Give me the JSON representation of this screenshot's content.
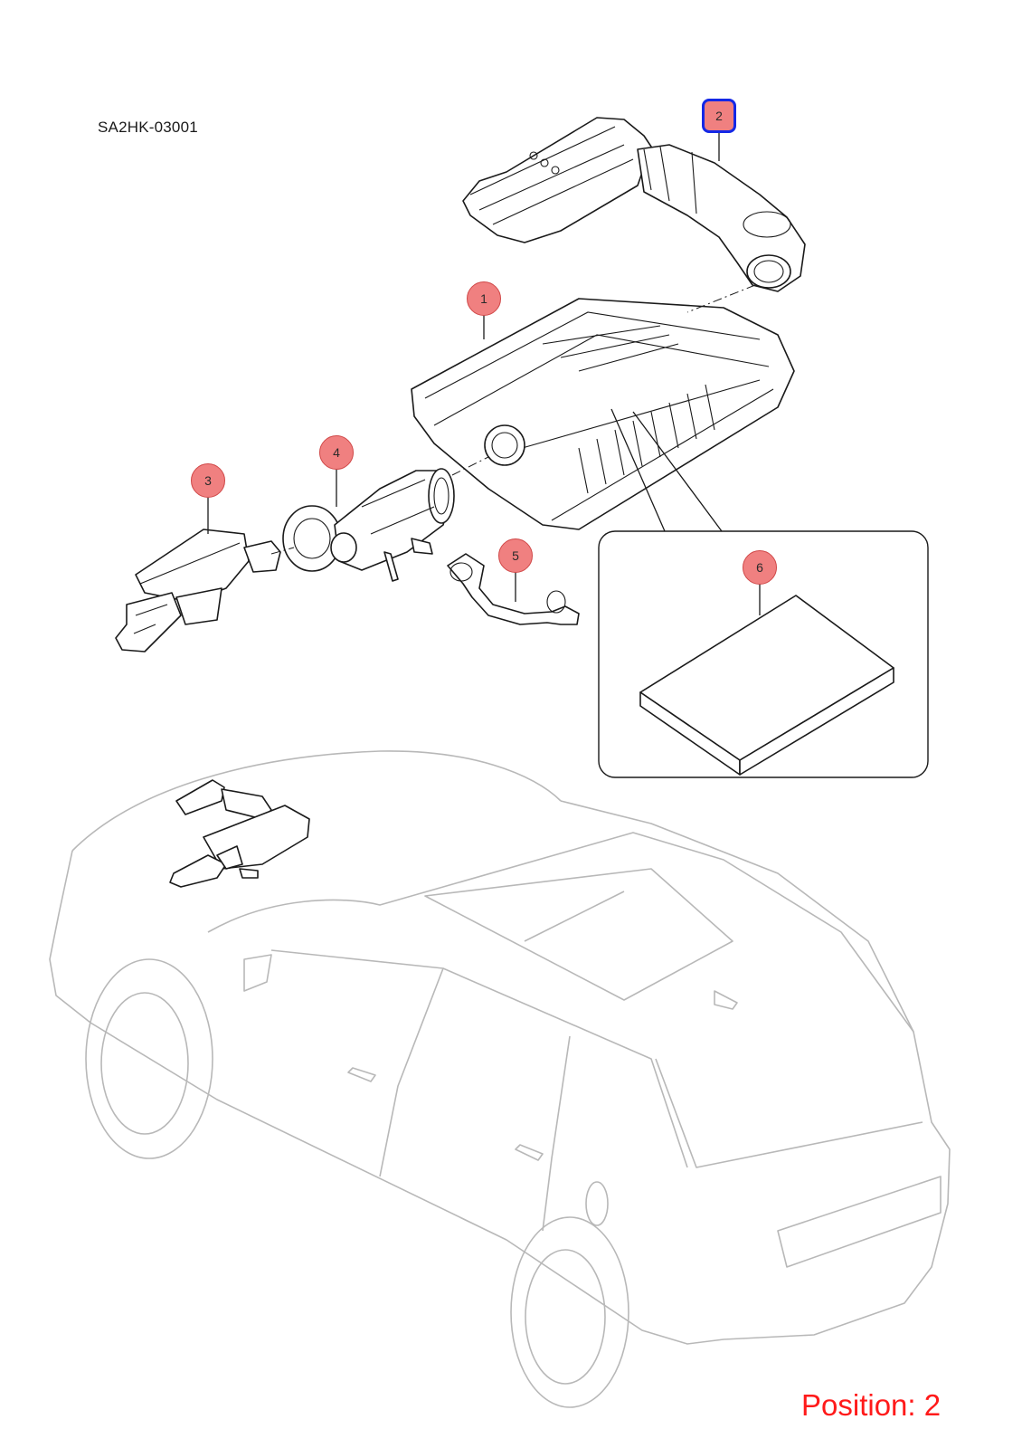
{
  "drawing": {
    "code": "SA2HK-03001",
    "position_label": "Position: 2"
  },
  "callouts": [
    {
      "number": "1"
    },
    {
      "number": "2",
      "selected": true
    },
    {
      "number": "3"
    },
    {
      "number": "4"
    },
    {
      "number": "5"
    },
    {
      "number": "6"
    }
  ],
  "colors": {
    "callout_fill": "#f08080",
    "selected_outline": "#1428e6",
    "position_text": "#ff1a1a",
    "vehicle_outline": "#b8b8b8"
  }
}
